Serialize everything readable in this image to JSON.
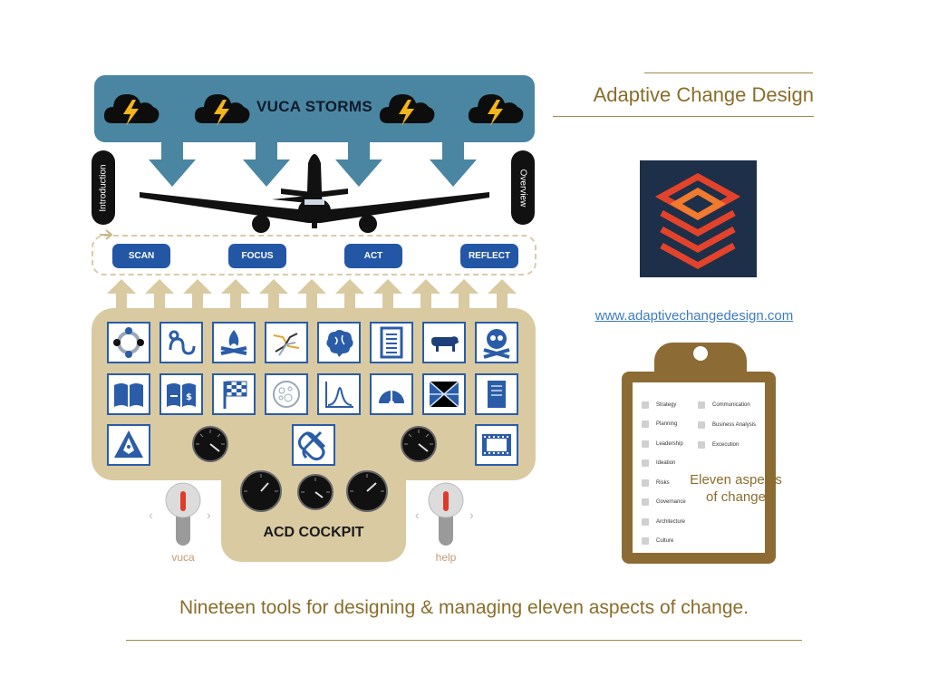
{
  "storm": {
    "title": "VUCA STORMS"
  },
  "side": {
    "left": "Introduction",
    "right": "Overview"
  },
  "steps": [
    "SCAN",
    "FOCUS",
    "ACT",
    "REFLECT"
  ],
  "cockpit": {
    "label": "ACD COCKPIT",
    "switches": [
      "vuca",
      "help"
    ],
    "tiles_row1": [
      "cycle-icon",
      "snake-icon",
      "campfire-icon",
      "flow-map-icon",
      "brain-icon",
      "document-icon",
      "bull-icon",
      "skull-icon"
    ],
    "tiles_row2": [
      "book-icon",
      "money-book-icon",
      "checkered-flag-icon",
      "petri-dish-icon",
      "bell-curve-icon",
      "gauge-icon",
      "perspective-icon",
      "notepad-icon"
    ],
    "tiles_row3": [
      "pen-triangle-icon",
      "knot-icon",
      "film-icon"
    ]
  },
  "brand": {
    "title": "Adaptive Change Design",
    "link": "www.adaptivechangedesign.com"
  },
  "clipboard": {
    "col1": [
      "Strategy",
      "Planning",
      "Leadership",
      "Ideation",
      "Risks",
      "Governance",
      "Architecture",
      "Culture"
    ],
    "col2": [
      "Communication",
      "Business Analysis",
      "Excecution"
    ],
    "note": "Eleven aspects of change"
  },
  "footer": {
    "text": "Nineteen tools for designing & managing eleven aspects of change."
  },
  "colors": {
    "banner": "#4a86a1",
    "step": "#2356a5",
    "cockpit": "#d9caa2",
    "brand": "#8a6d2b",
    "board": "#8c6c34",
    "link": "#3d7bbd"
  }
}
